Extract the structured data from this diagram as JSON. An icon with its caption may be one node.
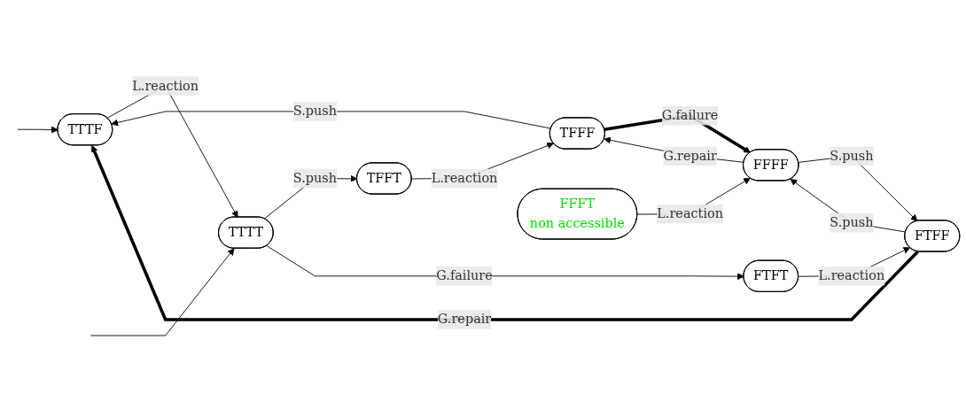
{
  "diagram": {
    "nodes": [
      {
        "text": [
          "TTTF"
        ]
      },
      {
        "text": [
          "TFFF"
        ]
      },
      {
        "text": [
          "TTTT"
        ]
      },
      {
        "text": [
          "TFFT"
        ]
      },
      {
        "text": [
          "FTFT"
        ]
      },
      {
        "text": [
          "FFFT",
          "non accessible"
        ]
      },
      {
        "text": [
          "FTFF"
        ]
      },
      {
        "text": [
          "FFFF"
        ]
      }
    ],
    "edges": [
      {
        "from": 1,
        "to": 0,
        "arrow": "to",
        "label": "S.push"
      },
      {
        "from": 0,
        "to": 2,
        "arrow": "to",
        "label": "L.reaction"
      },
      {
        "from": 2,
        "to": 3,
        "arrow": "to",
        "label": "S.push"
      },
      {
        "from": 3,
        "to": 1,
        "arrow": "to",
        "label": "L.reaction"
      },
      {
        "from": 2,
        "to": 4,
        "arrow": "to",
        "label": "G.failure"
      },
      {
        "from": 4,
        "to": 6,
        "arrow": "to",
        "label": "L.reaction"
      },
      {
        "from": 6,
        "to": 0,
        "arrow": "to",
        "label": "G.repair",
        "style": "thick"
      },
      {
        "from": 7,
        "to": 1,
        "arrow": "to",
        "label": "G.repair"
      },
      {
        "from": 1,
        "to": 7,
        "arrow": "to",
        "label": "G.failure",
        "style": "thick"
      },
      {
        "from": 5,
        "to": 7,
        "arrow": "to",
        "label": "L.reaction"
      },
      {
        "from": 6,
        "to": 7,
        "arrow": "to",
        "label": "S.push"
      },
      {
        "from": 7,
        "to": 6,
        "arrow": "to",
        "label": "S.push"
      },
      {
        "from": null,
        "to": 0,
        "arrow": "to"
      },
      {
        "from": null,
        "to": 2,
        "arrow": "to"
      }
    ]
  }
}
